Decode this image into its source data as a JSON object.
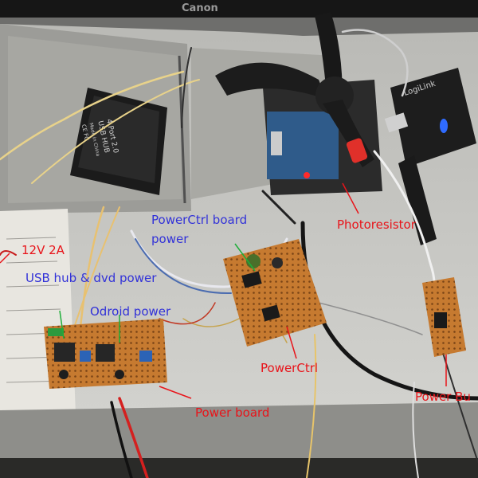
{
  "photo": {
    "brand_text": "Canon",
    "hub_text_lines": [
      "4 Port 2.0",
      "USB HUB",
      "Made in China",
      "CE FC"
    ],
    "usb_stick_text": "LogiLink"
  },
  "labels": {
    "psu": "12V 2A",
    "usb_hub_dvd_power": "USB hub & dvd power",
    "odroid_power": "Odroid power",
    "powerctrl_board_power_line1": "PowerCtrl board",
    "powerctrl_board_power_line2": "power",
    "photoresistor": "Photoresistor",
    "powerctrl": "PowerCtrl",
    "power_board": "Power board",
    "power_bu": "Power Bu"
  },
  "colors": {
    "label_red": "#e8141a",
    "label_blue": "#3232d8",
    "pointer_green": "#1fae3a",
    "pcb_orange": "#c87a2a",
    "usb_led_blue": "#2f6bff"
  }
}
